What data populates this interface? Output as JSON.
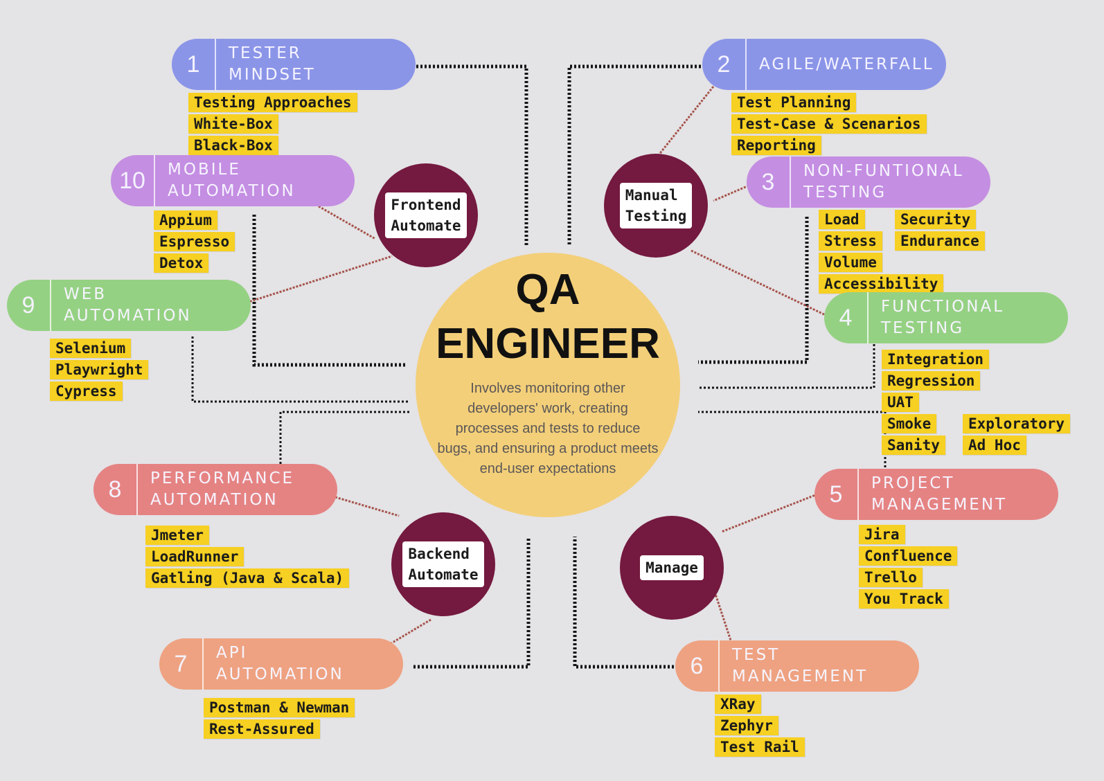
{
  "center": {
    "title_line1": "QA",
    "title_line2": "ENGINEER",
    "description": "Involves monitoring other developers' work, creating processes and tests to reduce bugs, and ensuring a product meets end-user expectations"
  },
  "hubs": [
    {
      "id": "frontend",
      "label": "Frontend\nAutomate"
    },
    {
      "id": "manual",
      "label": "Manual\nTesting"
    },
    {
      "id": "backend",
      "label": "Backend\nAutomate"
    },
    {
      "id": "manage",
      "label": "Manage"
    }
  ],
  "topics": [
    {
      "number": "1",
      "title": "Tester\nMindset",
      "color": "#8b95e8",
      "items": [
        "Testing Approaches",
        "White-Box",
        "Black-Box"
      ]
    },
    {
      "number": "2",
      "title": "Agile/Waterfall",
      "color": "#8b95e8",
      "items": [
        "Test Planning",
        "Test-Case & Scenarios",
        "Reporting"
      ]
    },
    {
      "number": "3",
      "title": "Non-Funtional\nTesting",
      "color": "#c48ee2",
      "items": [
        "Load",
        "Stress",
        "Volume",
        "Accessibility"
      ],
      "items_extra": [
        "Security",
        "Endurance"
      ]
    },
    {
      "number": "4",
      "title": "Functional\nTesting",
      "color": "#95d183",
      "items": [
        "Integration",
        "Regression",
        "UAT",
        "Smoke",
        "Sanity"
      ],
      "items_extra": [
        "Exploratory",
        "Ad Hoc"
      ]
    },
    {
      "number": "5",
      "title": "Project\nManagement",
      "color": "#e58383",
      "items": [
        "Jira",
        "Confluence",
        "Trello",
        "You Track"
      ]
    },
    {
      "number": "6",
      "title": "Test\nManagement",
      "color": "#eea281",
      "items": [
        "XRay",
        "Zephyr",
        "Test Rail"
      ]
    },
    {
      "number": "7",
      "title": "API\nAutomation",
      "color": "#eea281",
      "items": [
        "Postman & Newman",
        "Rest-Assured"
      ]
    },
    {
      "number": "8",
      "title": "Performance\nAutomation",
      "color": "#e58383",
      "items": [
        "Jmeter",
        "LoadRunner",
        "Gatling (Java & Scala)"
      ]
    },
    {
      "number": "9",
      "title": "Web\nAutomation",
      "color": "#95d183",
      "items": [
        "Selenium",
        "Playwright",
        "Cypress"
      ]
    },
    {
      "number": "10",
      "title": "Mobile\nAutomation",
      "color": "#c48ee2",
      "items": [
        "Appium",
        "Espresso",
        "Detox"
      ]
    }
  ]
}
